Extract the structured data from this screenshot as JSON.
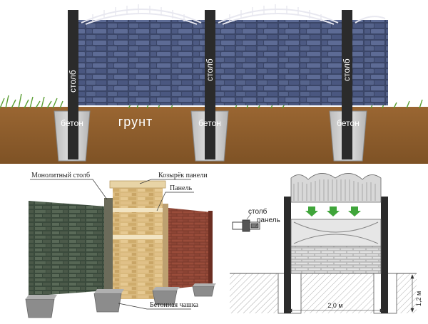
{
  "top_section": {
    "post_label": "столб",
    "concrete_label": "бетон",
    "ground_label": "грунт"
  },
  "bottom_left": {
    "monolithic_post": "Монолитный столб",
    "panel_cap": "Козырёк панели",
    "panel": "Панель",
    "concrete_cup": "Бетонная чашка"
  },
  "bottom_right": {
    "post": "столб",
    "panel": "панель",
    "width_dim": "2,0 м",
    "height_dim": "1,2 м"
  },
  "colors": {
    "soil": "#8b5a2b",
    "stone": "#3e4a6e",
    "post": "#2b2b2b",
    "concrete": "#c9c9c9",
    "grass": "#5a9e32",
    "arrow": "#3fa53a"
  }
}
